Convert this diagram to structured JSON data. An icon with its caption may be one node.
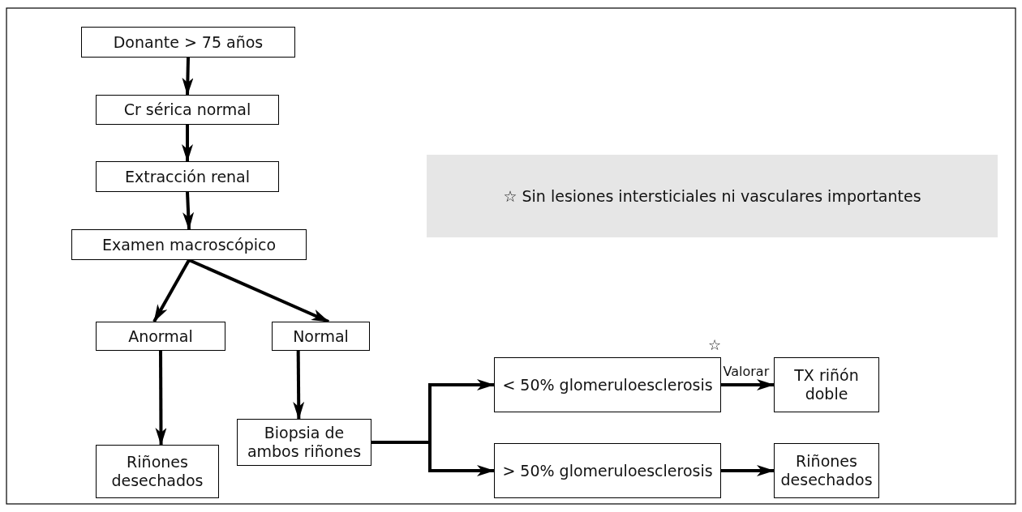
{
  "diagram": {
    "nodes": [
      {
        "text": [
          "Donante > 75 años"
        ]
      },
      {
        "text": [
          "Cr sérica normal"
        ]
      },
      {
        "text": [
          "Extracción renal"
        ]
      },
      {
        "text": [
          "Examen macroscópico"
        ]
      },
      {
        "text": [
          "Anormal"
        ]
      },
      {
        "text": [
          "Normal"
        ]
      },
      {
        "text": [
          "Biopsia de ambos riñones"
        ]
      },
      {
        "text": [
          "< 50% glomeruloesclerosis"
        ],
        "beside": [
          "☆"
        ]
      },
      {
        "text": [
          "TX riñón doble"
        ]
      },
      {
        "text": [
          "> 50% glomeruloesclerosis"
        ]
      },
      {
        "text": [
          "Riñones desechados"
        ]
      },
      {
        "text": [
          "Riñones desechados"
        ]
      },
      {
        "text": [
          "☆ Sin lesiones intersticiales ni vasculares importantes"
        ]
      }
    ],
    "edges": [
      {
        "from": 0,
        "to": 1,
        "arrow": "to"
      },
      {
        "from": 1,
        "to": 2,
        "arrow": "to"
      },
      {
        "from": 2,
        "to": 3,
        "arrow": "to"
      },
      {
        "from": 3,
        "to": 4,
        "arrow": "to"
      },
      {
        "from": 3,
        "to": 5,
        "arrow": "to"
      },
      {
        "from": 4,
        "to": 11,
        "arrow": "to"
      },
      {
        "from": 5,
        "to": 6,
        "arrow": "to"
      },
      {
        "from": 6,
        "to": 7,
        "arrow": "to"
      },
      {
        "from": 6,
        "to": 9,
        "arrow": "to"
      },
      {
        "from": 7,
        "to": 8,
        "arrow": "to",
        "label": "Valorar"
      },
      {
        "from": 9,
        "to": 10,
        "arrow": "to"
      }
    ]
  }
}
